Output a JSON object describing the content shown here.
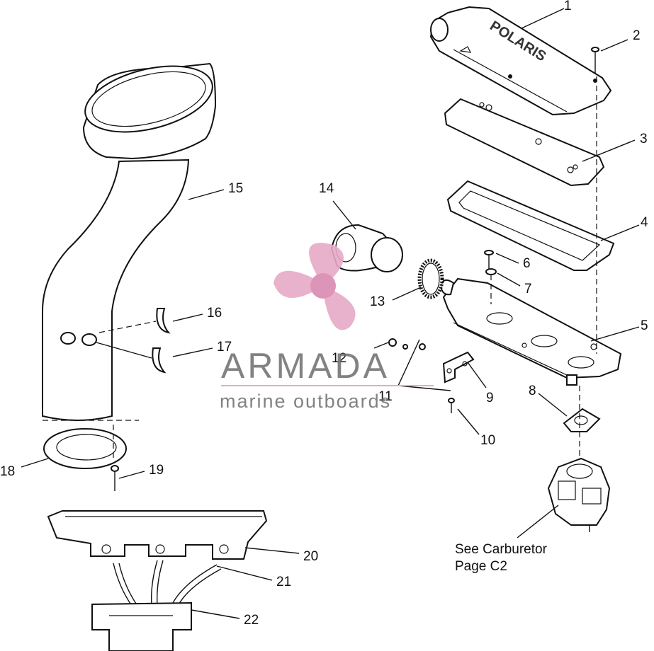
{
  "diagram": {
    "callouts": [
      "1",
      "2",
      "3",
      "4",
      "5",
      "6",
      "7",
      "8",
      "9",
      "10",
      "11",
      "12",
      "13",
      "14",
      "15",
      "16",
      "17",
      "18",
      "19",
      "20",
      "21",
      "22"
    ],
    "note_line1": "See Carburetor",
    "note_line2": "Page C2",
    "cover_embossed_text": "POLARIS"
  },
  "watermark": {
    "brand": "ARMADA",
    "tagline": "marine outboards",
    "colors": {
      "logo_pink": "#e6a9c7",
      "logo_pink_dark": "#d98ab2",
      "text_gray": "#6d6d6d"
    }
  }
}
